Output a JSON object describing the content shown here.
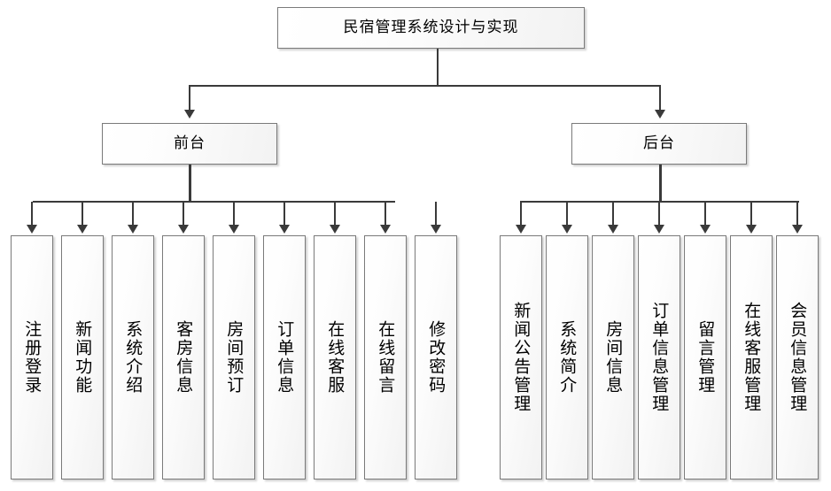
{
  "diagram": {
    "title": "民宿管理系统设计与实现",
    "root": {
      "label": "民宿管理系统设计与实现"
    },
    "branches": [
      {
        "label": "前台"
      },
      {
        "label": "后台"
      }
    ],
    "frontend_leaves": [
      {
        "label": "注册登录"
      },
      {
        "label": "新闻功能"
      },
      {
        "label": "系统介绍"
      },
      {
        "label": "客房信息"
      },
      {
        "label": "房间预订"
      },
      {
        "label": "订单信息"
      },
      {
        "label": "在线客服"
      },
      {
        "label": "在线留言"
      },
      {
        "label": "修改密码"
      }
    ],
    "backend_leaves": [
      {
        "label": "新闻公告管理"
      },
      {
        "label": "系统简介"
      },
      {
        "label": "房间信息"
      },
      {
        "label": "订单信息管理"
      },
      {
        "label": "留言管理"
      },
      {
        "label": "在线客服管理"
      },
      {
        "label": "会员信息管理"
      }
    ],
    "colors": {
      "line": "#3a3a3a",
      "border": "#7a7a7a",
      "fill_start": "#ffffff",
      "fill_end": "#f2f2f2",
      "text": "#000000",
      "background": "#ffffff"
    }
  }
}
